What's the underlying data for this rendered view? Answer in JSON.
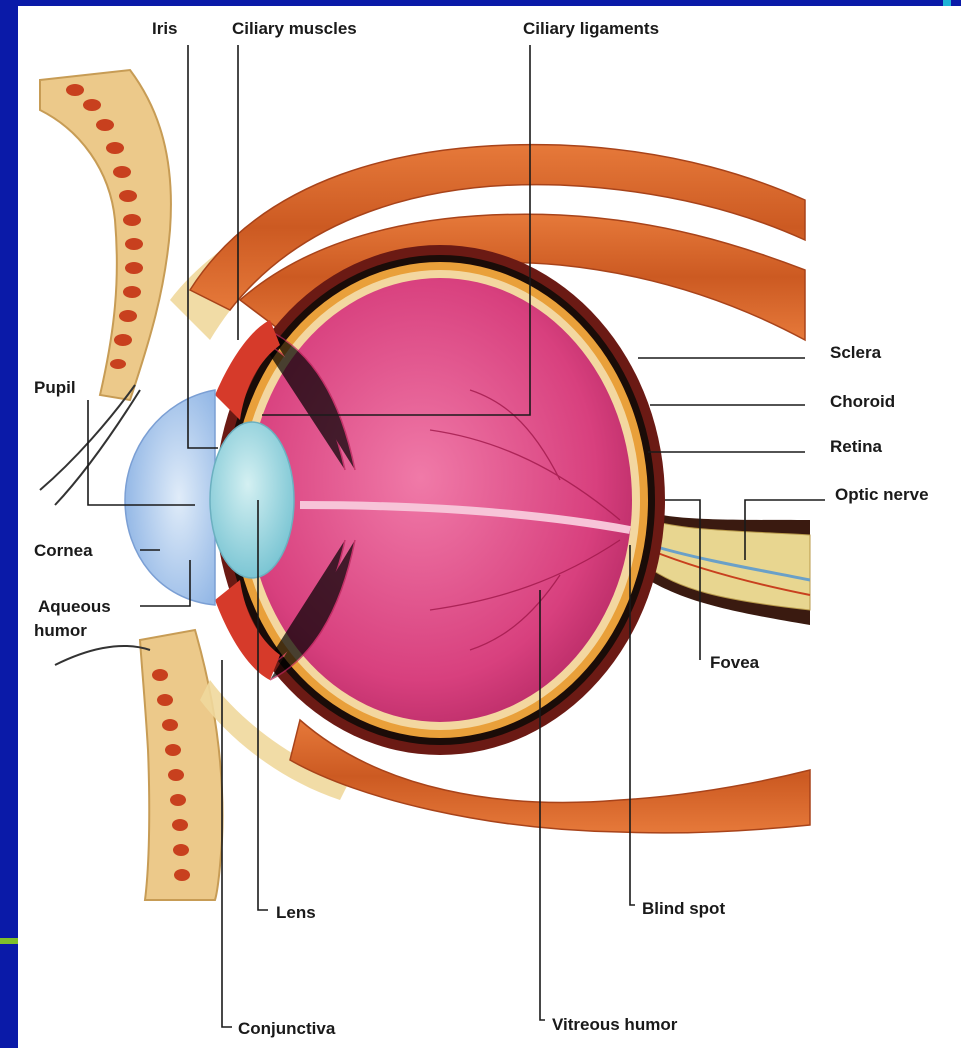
{
  "diagram": {
    "labels": {
      "iris": "Iris",
      "ciliary_muscles": "Ciliary muscles",
      "ciliary_ligaments": "Ciliary ligaments",
      "pupil": "Pupil",
      "sclera": "Sclera",
      "choroid": "Choroid",
      "retina": "Retina",
      "optic_nerve": "Optic nerve",
      "cornea": "Cornea",
      "aqueous_humor_line1": "Aqueous",
      "aqueous_humor_line2": "humor",
      "fovea": "Fovea",
      "lens": "Lens",
      "blind_spot": "Blind spot",
      "conjunctiva": "Conjunctiva",
      "vitreous_humor": "Vitreous humor"
    }
  },
  "colors": {
    "slide_background": "#0a1aa8",
    "accent": "#7fbf2a",
    "muscle": "#d8642a",
    "bone": "#ecc98a",
    "marrow": "#c8401e",
    "vitreous": "#d63a7a",
    "cornea": "#a9c9ee",
    "lens": "#8fd1dc",
    "optic_nerve": "#e8d690"
  }
}
